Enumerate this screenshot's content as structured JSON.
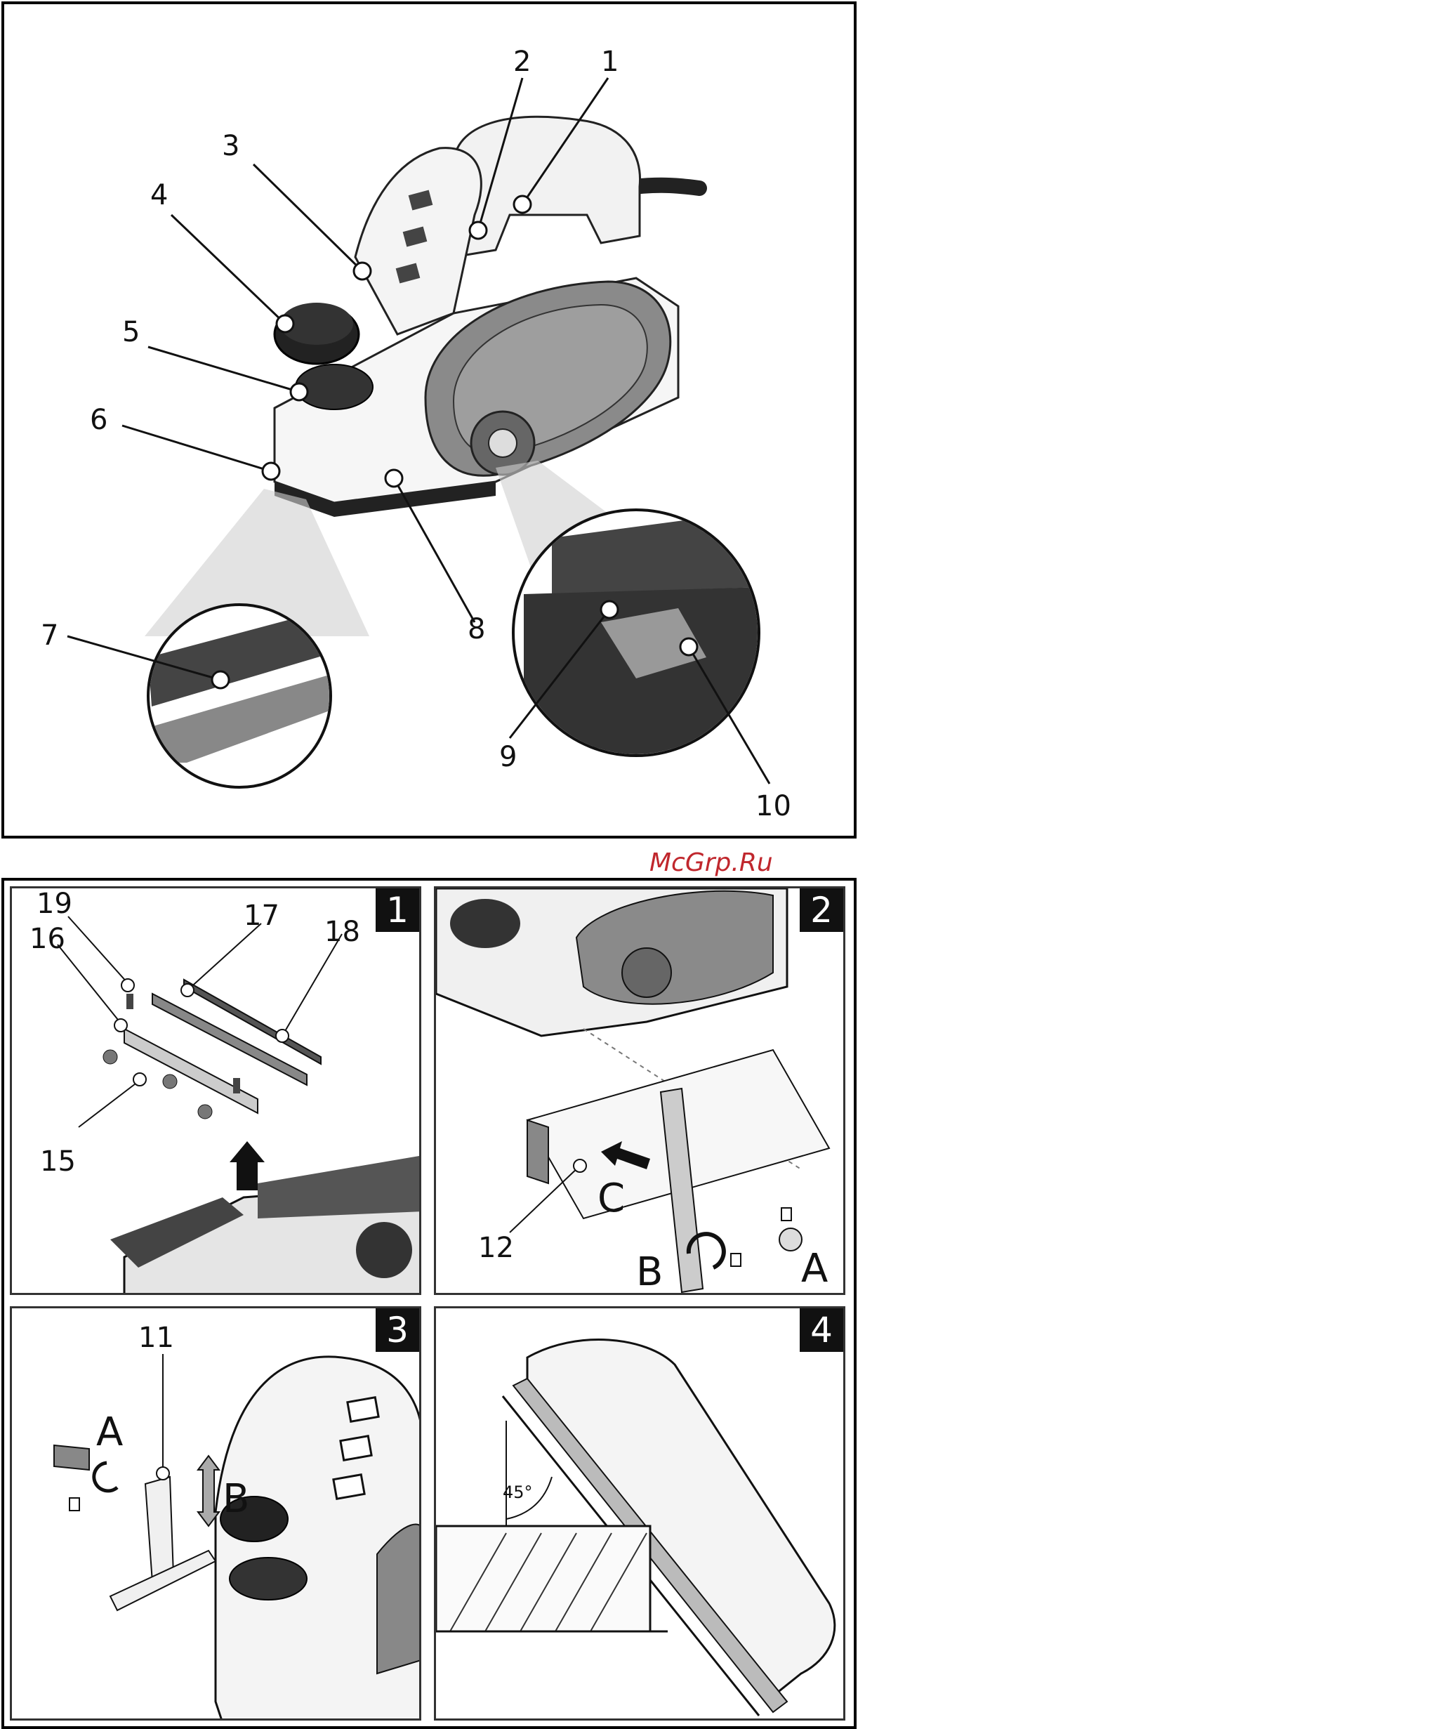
{
  "watermark": "McGrp.Ru",
  "main_figure": {
    "labels": [
      "1",
      "2",
      "3",
      "4",
      "5",
      "6",
      "7",
      "8",
      "9",
      "10"
    ]
  },
  "panels": [
    {
      "tag": "1",
      "labels": [
        "19",
        "17",
        "18",
        "16",
        "15"
      ]
    },
    {
      "tag": "2",
      "labels": [
        "12",
        "C",
        "A",
        "B"
      ]
    },
    {
      "tag": "3",
      "labels": [
        "11",
        "A",
        "B"
      ]
    },
    {
      "tag": "4",
      "labels": [
        "45°"
      ]
    }
  ]
}
